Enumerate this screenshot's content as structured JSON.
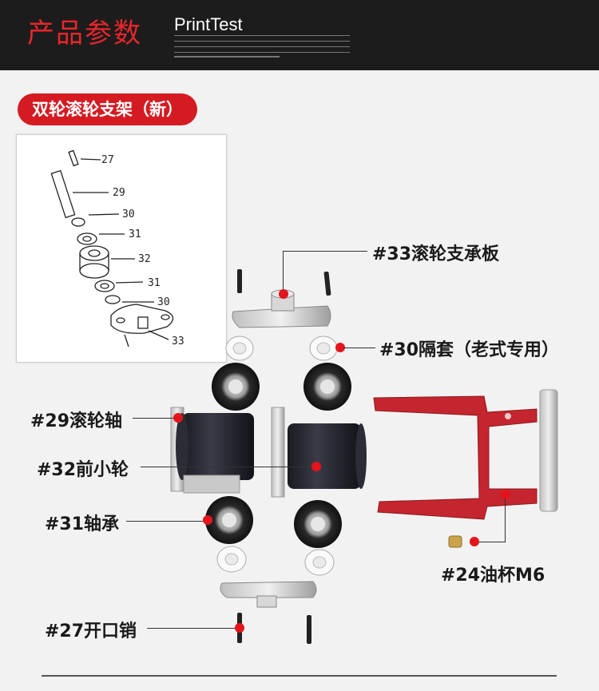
{
  "header": {
    "title_cn": "产品参数",
    "title_en": "PrintTest"
  },
  "section": {
    "title": "双轮滚轮支架（新）"
  },
  "diagram": {
    "numbers": [
      "27",
      "29",
      "30",
      "31",
      "32",
      "31",
      "30",
      "33"
    ]
  },
  "callouts": {
    "c33": "#33滚轮支承板",
    "c30": "#30隔套（老式专用）",
    "c29": "#29滚轮轴",
    "c32": "#32前小轮",
    "c31": "#31轴承",
    "c24": "#24油杯M6",
    "c27": "#27开口销"
  },
  "colors": {
    "accent": "#d51b22",
    "header_bg": "#1c1c1c",
    "frame": "#c4252e"
  }
}
